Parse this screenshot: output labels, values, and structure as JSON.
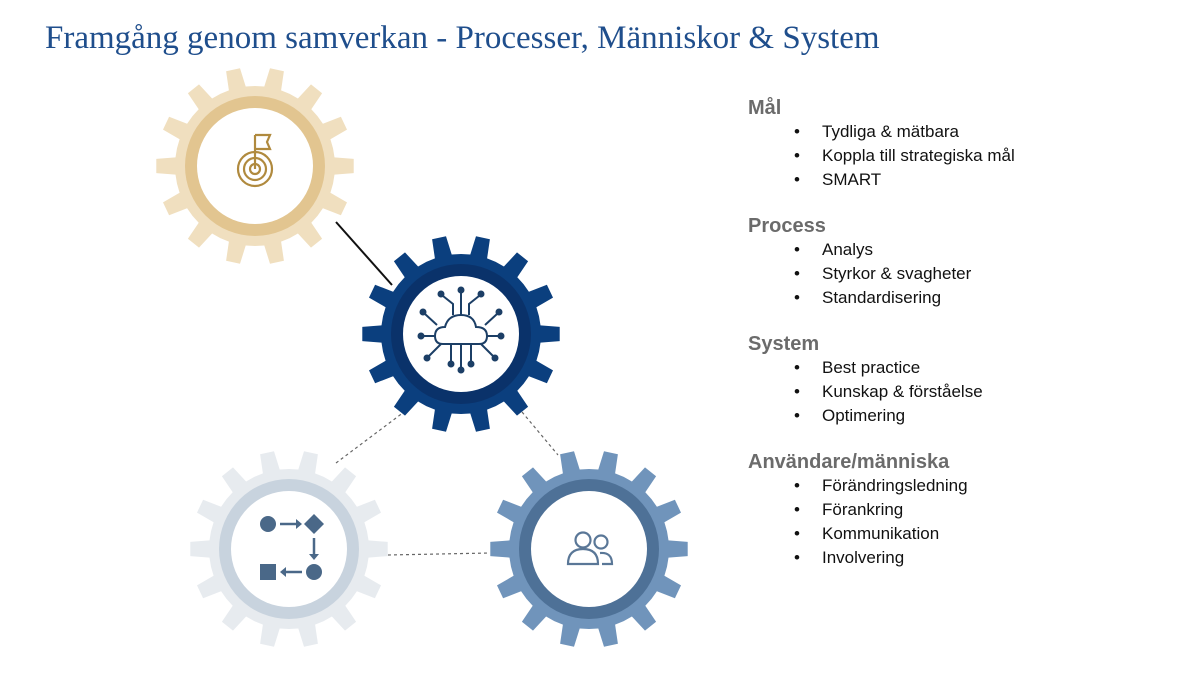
{
  "title": "Framgång genom samverkan - Processer, Människor & System",
  "colors": {
    "title": "#1f4e8c",
    "gear_goal_outer": "#f0dfbf",
    "gear_goal_ring": "#e2c590",
    "gear_process_outer": "#0b3f7e",
    "gear_process_ring": "#0a326a",
    "gear_flow_outer": "#e7ebef",
    "gear_flow_ring": "#c8d3de",
    "gear_people_outer": "#7094bb",
    "gear_people_ring": "#4e7197",
    "icon_gold": "#b08a3e",
    "icon_navy": "#1c3f66",
    "icon_steel": "#5a7797"
  },
  "gears": [
    {
      "name": "goal",
      "icon": "target-flag-icon"
    },
    {
      "name": "process",
      "icon": "cloud-network-icon"
    },
    {
      "name": "flow",
      "icon": "process-flow-icon"
    },
    {
      "name": "people",
      "icon": "users-icon"
    }
  ],
  "sections": [
    {
      "heading": "Mål",
      "items": [
        "Tydliga & mätbara",
        "Koppla till strategiska mål",
        "SMART"
      ]
    },
    {
      "heading": "Process",
      "items": [
        "Analys",
        "Styrkor & svagheter",
        "Standardisering"
      ]
    },
    {
      "heading": "System",
      "items": [
        "Best practice",
        "Kunskap & förståelse",
        "Optimering"
      ]
    },
    {
      "heading": "Användare/människa",
      "items": [
        "Förändringsledning",
        "Förankring",
        "Kommunikation",
        "Involvering"
      ]
    }
  ]
}
